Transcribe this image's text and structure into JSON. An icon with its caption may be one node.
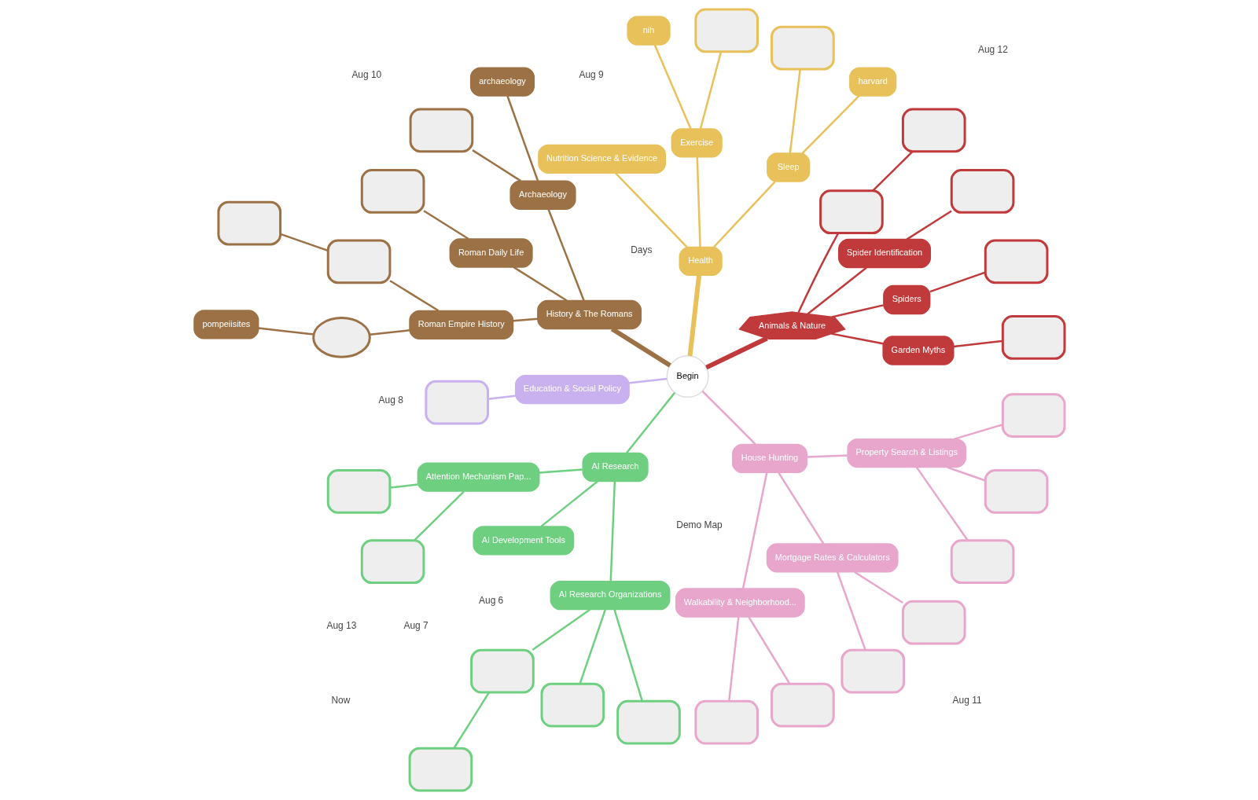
{
  "diagram": {
    "nodes": [
      {
        "text": [
          "Begin"
        ]
      },
      {
        "text": [
          "Animals & Nature"
        ]
      },
      {
        "text": [
          "Garden Myths"
        ]
      },
      {
        "text": [
          "Spiders"
        ]
      },
      {
        "text": [
          "Spider Identification"
        ]
      },
      {
        "text": [],
        "shape": "box"
      },
      {
        "text": [],
        "shape": "box"
      },
      {
        "text": [],
        "shape": "box"
      },
      {
        "text": [],
        "shape": "box"
      },
      {
        "text": [],
        "shape": "box"
      },
      {
        "text": [
          "Health"
        ]
      },
      {
        "text": [
          "Sleep"
        ]
      },
      {
        "text": [
          "Exercise"
        ]
      },
      {
        "text": [
          "Nutrition Science & Evidence"
        ]
      },
      {
        "text": [
          "harvard"
        ]
      },
      {
        "text": [],
        "shape": "box"
      },
      {
        "text": [],
        "shape": "box"
      },
      {
        "text": [
          "nih"
        ]
      },
      {
        "text": [
          "History & The Romans"
        ]
      },
      {
        "text": [
          "Archaeology"
        ]
      },
      {
        "text": [
          "Roman Daily Life"
        ]
      },
      {
        "text": [
          "Roman Empire History"
        ]
      },
      {
        "text": [
          "archaeology"
        ]
      },
      {
        "text": [],
        "shape": "box"
      },
      {
        "text": [],
        "shape": "box"
      },
      {
        "text": [],
        "shape": "box"
      },
      {
        "text": [],
        "shape": "box"
      },
      {
        "text": [],
        "shape": "cloud"
      },
      {
        "text": [
          "pompeiisites"
        ]
      },
      {
        "text": [
          "Education & Social Policy"
        ]
      },
      {
        "text": [],
        "shape": "box"
      },
      {
        "text": [
          "AI Research"
        ]
      },
      {
        "text": [
          "Attention Mechanism Pap..."
        ]
      },
      {
        "text": [
          "AI Development Tools"
        ]
      },
      {
        "text": [
          "AI Research Organizations"
        ]
      },
      {
        "text": [],
        "shape": "box"
      },
      {
        "text": [],
        "shape": "box"
      },
      {
        "text": [],
        "shape": "box"
      },
      {
        "text": [],
        "shape": "box"
      },
      {
        "text": [],
        "shape": "box"
      },
      {
        "text": [],
        "shape": "box"
      },
      {
        "text": [
          "House Hunting"
        ]
      },
      {
        "text": [
          "Walkability & Neighborhood..."
        ]
      },
      {
        "text": [
          "Mortgage Rates & Calculators"
        ]
      },
      {
        "text": [
          "Property Search & Listings"
        ]
      },
      {
        "text": [],
        "shape": "box"
      },
      {
        "text": [],
        "shape": "box"
      },
      {
        "text": [],
        "shape": "box"
      },
      {
        "text": [],
        "shape": "box"
      },
      {
        "text": [],
        "shape": "box"
      },
      {
        "text": [],
        "shape": "box"
      },
      {
        "text": [],
        "shape": "box"
      }
    ],
    "edges": [
      {
        "from": 0,
        "to": 1,
        "arrow": "none",
        "style": "thick",
        "color": "#c0393b"
      },
      {
        "from": 1,
        "to": 2,
        "arrow": "none",
        "color": "#c0393b"
      },
      {
        "from": 1,
        "to": 3,
        "arrow": "none",
        "color": "#c0393b"
      },
      {
        "from": 1,
        "to": 4,
        "arrow": "none",
        "color": "#c0393b"
      },
      {
        "from": 1,
        "to": 9,
        "arrow": "none",
        "color": "#c0393b"
      },
      {
        "from": 2,
        "to": 5,
        "arrow": "none",
        "color": "#c0393b"
      },
      {
        "from": 3,
        "to": 6,
        "arrow": "none",
        "color": "#c0393b"
      },
      {
        "from": 4,
        "to": 7,
        "arrow": "none",
        "color": "#c0393b"
      },
      {
        "from": 9,
        "to": 8,
        "arrow": "none",
        "color": "#c0393b"
      },
      {
        "from": 0,
        "to": 10,
        "arrow": "none",
        "style": "thick",
        "color": "#e8c15a"
      },
      {
        "from": 10,
        "to": 11,
        "arrow": "none",
        "color": "#e8c15a"
      },
      {
        "from": 10,
        "to": 12,
        "arrow": "none",
        "color": "#e8c15a"
      },
      {
        "from": 10,
        "to": 13,
        "arrow": "none",
        "color": "#e8c15a"
      },
      {
        "from": 11,
        "to": 14,
        "arrow": "none",
        "color": "#e8c15a"
      },
      {
        "from": 11,
        "to": 15,
        "arrow": "none",
        "color": "#e8c15a"
      },
      {
        "from": 12,
        "to": 16,
        "arrow": "none",
        "color": "#e8c15a"
      },
      {
        "from": 12,
        "to": 17,
        "arrow": "none",
        "color": "#e8c15a"
      },
      {
        "from": 0,
        "to": 18,
        "arrow": "none",
        "style": "thick",
        "color": "#9b7145"
      },
      {
        "from": 18,
        "to": 19,
        "arrow": "none",
        "color": "#9b7145"
      },
      {
        "from": 18,
        "to": 20,
        "arrow": "none",
        "color": "#9b7145"
      },
      {
        "from": 18,
        "to": 21,
        "arrow": "none",
        "color": "#9b7145"
      },
      {
        "from": 19,
        "to": 22,
        "arrow": "none",
        "color": "#9b7145"
      },
      {
        "from": 19,
        "to": 23,
        "arrow": "none",
        "color": "#9b7145"
      },
      {
        "from": 20,
        "to": 24,
        "arrow": "none",
        "color": "#9b7145"
      },
      {
        "from": 21,
        "to": 25,
        "arrow": "none",
        "color": "#9b7145"
      },
      {
        "from": 25,
        "to": 26,
        "arrow": "none",
        "color": "#9b7145"
      },
      {
        "from": 21,
        "to": 27,
        "arrow": "none",
        "color": "#9b7145"
      },
      {
        "from": 27,
        "to": 28,
        "arrow": "none",
        "color": "#9b7145"
      },
      {
        "from": 0,
        "to": 29,
        "arrow": "none",
        "color": "#c9b0ee"
      },
      {
        "from": 29,
        "to": 30,
        "arrow": "none",
        "color": "#c9b0ee"
      },
      {
        "from": 0,
        "to": 31,
        "arrow": "none",
        "color": "#6fcf80"
      },
      {
        "from": 31,
        "to": 32,
        "arrow": "none",
        "color": "#6fcf80"
      },
      {
        "from": 31,
        "to": 33,
        "arrow": "none",
        "color": "#6fcf80"
      },
      {
        "from": 31,
        "to": 34,
        "arrow": "none",
        "color": "#6fcf80"
      },
      {
        "from": 32,
        "to": 35,
        "arrow": "none",
        "color": "#6fcf80"
      },
      {
        "from": 32,
        "to": 36,
        "arrow": "none",
        "color": "#6fcf80"
      },
      {
        "from": 34,
        "to": 37,
        "arrow": "none",
        "color": "#6fcf80"
      },
      {
        "from": 37,
        "to": 38,
        "arrow": "none",
        "color": "#6fcf80"
      },
      {
        "from": 34,
        "to": 39,
        "arrow": "none",
        "color": "#6fcf80"
      },
      {
        "from": 34,
        "to": 40,
        "arrow": "none",
        "color": "#6fcf80"
      },
      {
        "from": 0,
        "to": 41,
        "arrow": "none",
        "color": "#e8a6cc"
      },
      {
        "from": 41,
        "to": 42,
        "arrow": "none",
        "color": "#e8a6cc"
      },
      {
        "from": 41,
        "to": 43,
        "arrow": "none",
        "color": "#e8a6cc"
      },
      {
        "from": 41,
        "to": 44,
        "arrow": "none",
        "color": "#e8a6cc"
      },
      {
        "from": 42,
        "to": 45,
        "arrow": "none",
        "color": "#e8a6cc"
      },
      {
        "from": 42,
        "to": 46,
        "arrow": "none",
        "color": "#e8a6cc"
      },
      {
        "from": 43,
        "to": 47,
        "arrow": "none",
        "color": "#e8a6cc"
      },
      {
        "from": 43,
        "to": 48,
        "arrow": "none",
        "color": "#e8a6cc"
      },
      {
        "from": 44,
        "to": 49,
        "arrow": "none",
        "color": "#e8a6cc"
      },
      {
        "from": 44,
        "to": 50,
        "arrow": "none",
        "color": "#e8a6cc"
      },
      {
        "from": 44,
        "to": 51,
        "arrow": "none",
        "color": "#e8a6cc"
      }
    ],
    "labels": [
      "Demo Map",
      "Days",
      "Aug 6",
      "Aug 7",
      "Aug 8",
      "Aug 9",
      "Aug 10",
      "Aug 11",
      "Aug 12",
      "Aug 13",
      "Now"
    ]
  }
}
